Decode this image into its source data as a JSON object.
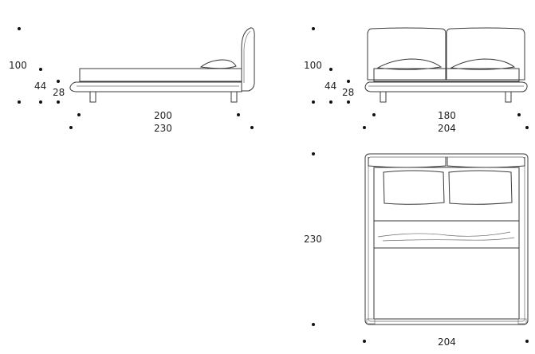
{
  "side_view": {
    "heights": {
      "total": "100",
      "frame": "44",
      "base": "28"
    },
    "widths": {
      "mattress": "200",
      "total": "230"
    }
  },
  "front_view": {
    "heights": {
      "total": "100",
      "frame": "44",
      "base": "28"
    },
    "widths": {
      "mattress": "180",
      "total": "204"
    }
  },
  "top_view": {
    "length": "230",
    "width": "204"
  },
  "colors": {
    "line": "#3a3a3a",
    "text": "#222222",
    "background": "#ffffff"
  }
}
